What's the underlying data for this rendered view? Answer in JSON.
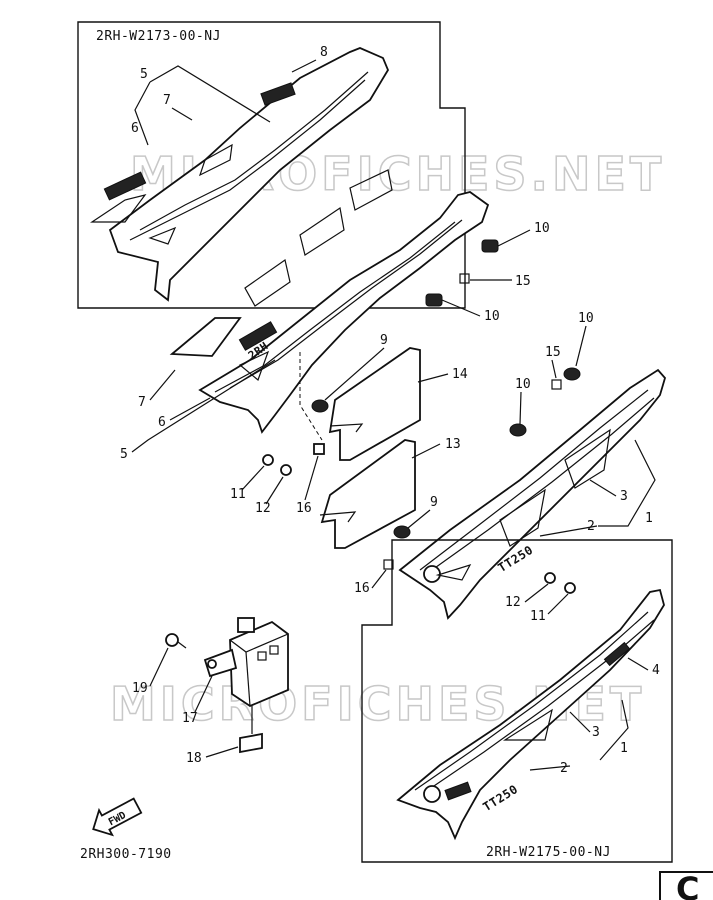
{
  "box_top": {
    "code": "2RH-W2173-00-NJ"
  },
  "box_bottom": {
    "code": "2RH-W2175-00-NJ"
  },
  "diagram_code": "2RH300-7190",
  "corner_letter": "C",
  "watermark": "MICROFICHES.NET",
  "fwd_label": "FWD",
  "decals": {
    "left": "2RH",
    "right": "TT250"
  },
  "callouts": {
    "tb_5": "5",
    "tb_7": "7",
    "tb_6": "6",
    "tb_8": "8",
    "c10a": "10",
    "c15a": "15",
    "c10b": "10",
    "l7": "7",
    "l6": "6",
    "l5": "5",
    "c9a": "9",
    "c14": "14",
    "c13": "13",
    "c11a": "11",
    "c12a": "12",
    "c16a": "16",
    "r10a": "10",
    "r15": "15",
    "r10b": "10",
    "r3": "3",
    "r2": "2",
    "r1": "1",
    "c9b": "9",
    "c16b": "16",
    "c12b": "12",
    "c11b": "11",
    "c19": "19",
    "c17": "17",
    "c18": "18",
    "b4": "4",
    "b3": "3",
    "b1": "1",
    "b2": "2"
  },
  "icons": [
    "fwd-arrow-icon",
    "bolt-icon",
    "grommet-icon",
    "clip-icon",
    "collar-icon"
  ]
}
